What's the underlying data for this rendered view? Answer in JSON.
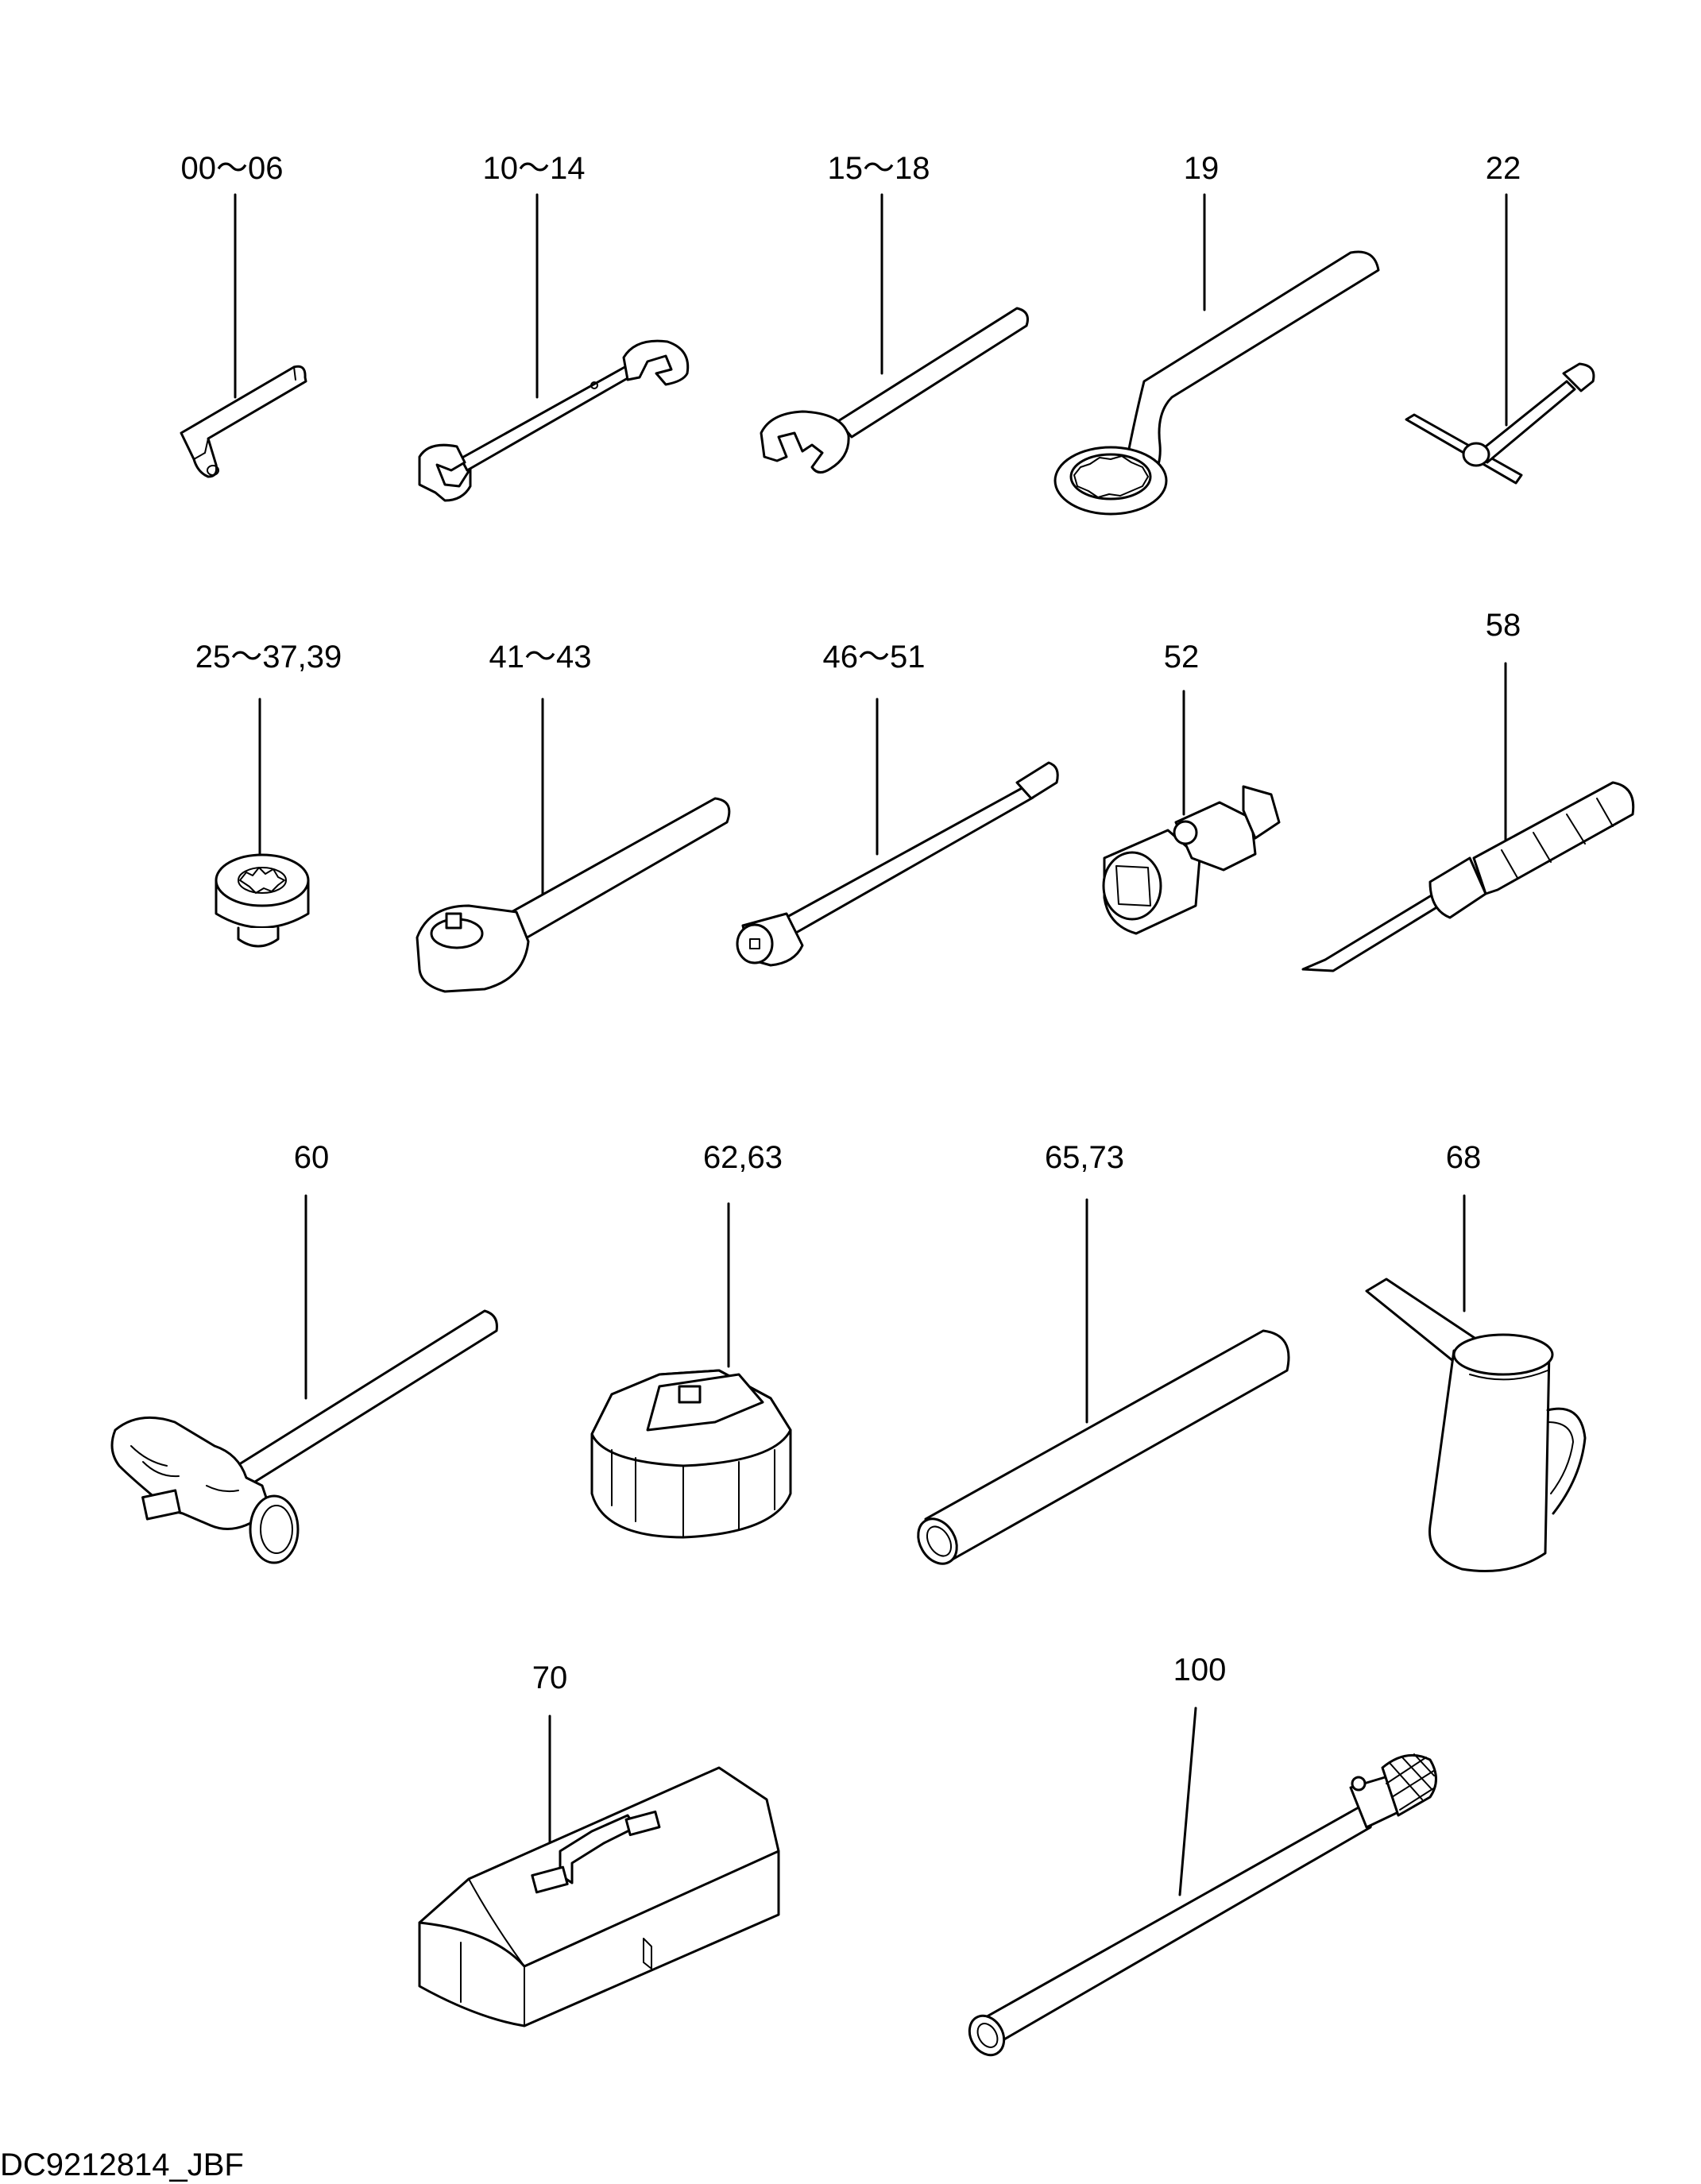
{
  "parts": [
    {
      "id": "hex-key",
      "label": "00〜06"
    },
    {
      "id": "double-wrench",
      "label": "10〜14"
    },
    {
      "id": "single-wrench",
      "label": "15〜18"
    },
    {
      "id": "offset-ring-wrench",
      "label": "19"
    },
    {
      "id": "t-socket-wrench",
      "label": "22"
    },
    {
      "id": "socket",
      "label": "25〜37,39"
    },
    {
      "id": "ratchet-handle",
      "label": "41〜43"
    },
    {
      "id": "extension-bar",
      "label": "46〜51"
    },
    {
      "id": "universal-joint",
      "label": "52"
    },
    {
      "id": "screwdriver",
      "label": "58"
    },
    {
      "id": "hammer",
      "label": "60"
    },
    {
      "id": "filter-wrench",
      "label": "62,63"
    },
    {
      "id": "bar-pipe",
      "label": "65,73"
    },
    {
      "id": "oil-can",
      "label": "68"
    },
    {
      "id": "tool-box",
      "label": "70"
    },
    {
      "id": "grease-gun-pipe",
      "label": "100"
    }
  ],
  "footer": {
    "drawing_ref": "DC9212814_JBF"
  }
}
